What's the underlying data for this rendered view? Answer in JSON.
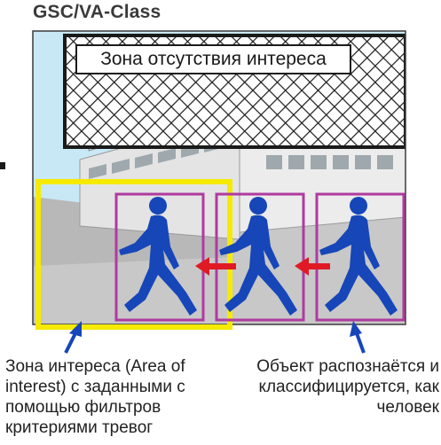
{
  "header": {
    "title": "GSC/VA-Class"
  },
  "scene": {
    "exclusion_zone_label": "Зона отсутствия интереса",
    "colors": {
      "sky": "#c9e8f6",
      "ground": "#c8c8c8",
      "building": "#e6e6e6",
      "hatch": "#1a1a1a",
      "area_of_interest_frame": "#f5ea00",
      "object_frame": "#b03aa0",
      "person": "#1646b8",
      "movement_arrow": "#e01a24",
      "pointer_arrow": "#1646b8"
    },
    "icons": [
      "person-walking-icon",
      "person-walking-icon",
      "person-walking-icon",
      "left-arrow-icon",
      "left-arrow-icon",
      "pointer-arrow-icon",
      "pointer-arrow-icon"
    ]
  },
  "captions": {
    "area_of_interest": "Зона интереса (Area of interest) с заданными с помощью фильтров критериями тревог",
    "object": "Объект распознаётся и классифицируется, как человек"
  }
}
